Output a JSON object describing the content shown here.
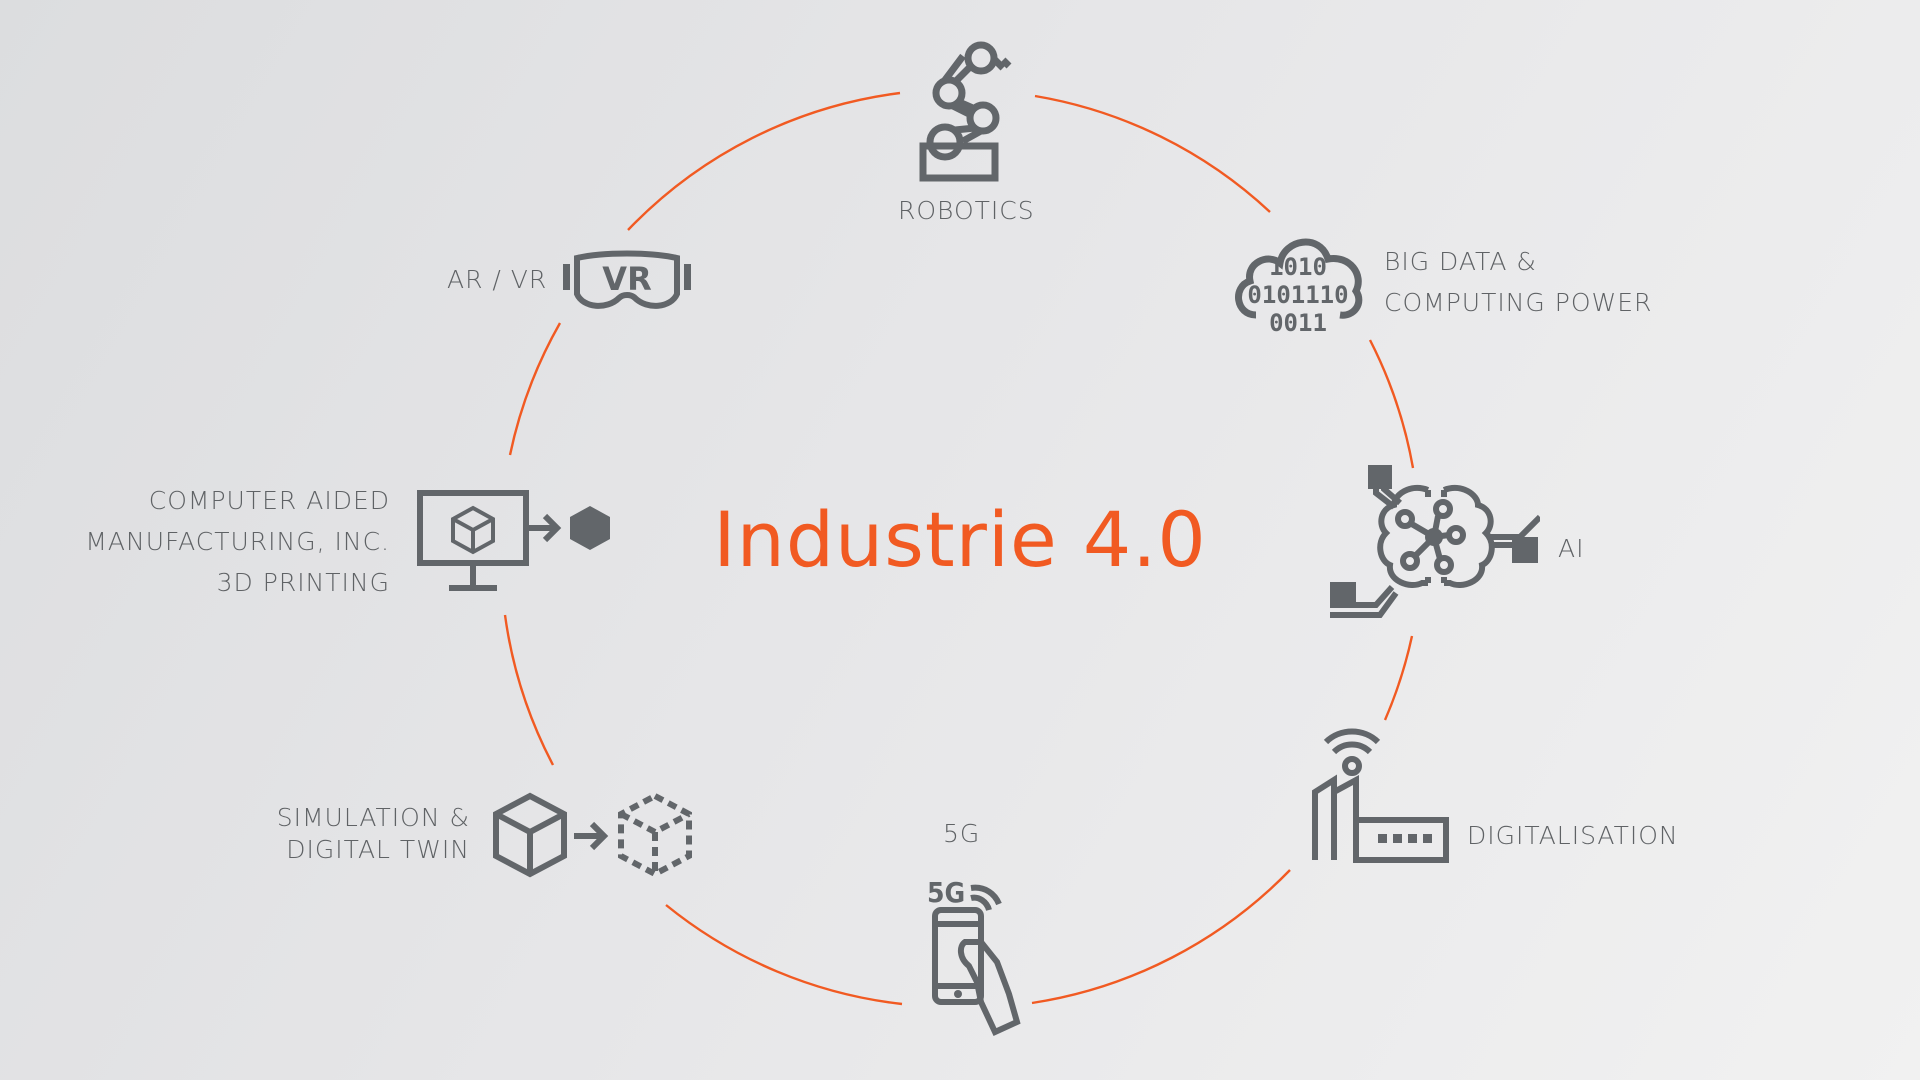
{
  "title": "Industrie 4.0",
  "colors": {
    "accent": "#f15a22",
    "icon": "#62666a",
    "text": "#5f6265",
    "background": "#e4e4e6"
  },
  "nodes": [
    {
      "id": "robotics",
      "icon": "robot-arm-icon",
      "lines": [
        "ROBOTICS"
      ]
    },
    {
      "id": "big-data",
      "icon": "cloud-binary-icon",
      "lines": [
        "BIG DATA &",
        "COMPUTING POWER"
      ],
      "icon_text": [
        "1010",
        "0101110",
        "0011"
      ]
    },
    {
      "id": "ai",
      "icon": "brain-circuit-icon",
      "lines": [
        "AI"
      ]
    },
    {
      "id": "digitalisation",
      "icon": "factory-wifi-icon",
      "lines": [
        "DIGITALISATION"
      ]
    },
    {
      "id": "5g",
      "icon": "smartphone-5g-icon",
      "lines": [
        "5G"
      ],
      "icon_text": "5G"
    },
    {
      "id": "simulation",
      "icon": "cube-digital-twin-icon",
      "lines": [
        "SIMULATION &",
        "DIGITAL TWIN"
      ]
    },
    {
      "id": "cam",
      "icon": "monitor-3d-print-icon",
      "lines": [
        "COMPUTER AIDED",
        "MANUFACTURING, INC.",
        "3D PRINTING"
      ]
    },
    {
      "id": "ar-vr",
      "icon": "vr-goggles-icon",
      "lines": [
        "AR / VR"
      ],
      "icon_text": "VR"
    }
  ]
}
